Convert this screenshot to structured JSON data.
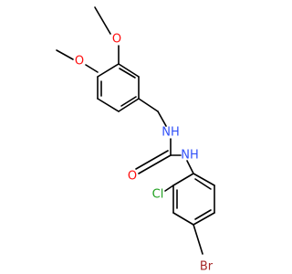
{
  "atoms": {
    "o_methoxy_top": {
      "text": "O",
      "color": "#ff0d0d"
    },
    "o_methoxy_left": {
      "text": "O",
      "color": "#ff0d0d"
    },
    "nh_top": {
      "text": "NH",
      "color": "#3050f8"
    },
    "o_carbonyl": {
      "text": "O",
      "color": "#ff0d0d"
    },
    "nh_bottom": {
      "text": "NH",
      "color": "#3050f8"
    },
    "cl": {
      "text": "Cl",
      "color": "#1fa01f"
    },
    "br": {
      "text": "Br",
      "color": "#a62929"
    }
  }
}
